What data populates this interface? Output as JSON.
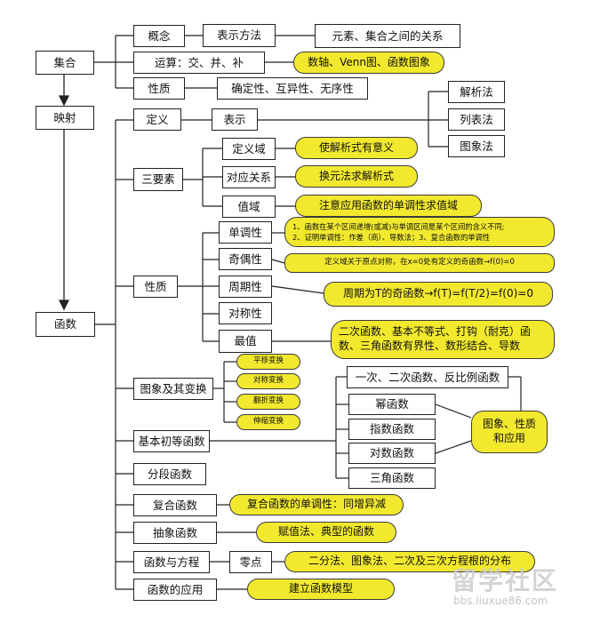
{
  "nodes": {
    "jihe": "集合",
    "gainian": "概念",
    "biaoshi_fangfa": "表示方法",
    "yuansu_guanxi": "元素、集合之间的关系",
    "yunsuan": "运算：交、并、补",
    "shuzhou": "数轴、Venn图、函数图象",
    "xingzhi_jihe": "性质",
    "queding": "确定性、互异性、无序性",
    "yingshe": "映射",
    "dingyi": "定义",
    "biaoshi": "表示",
    "jiexifa": "解析法",
    "liebiaofa": "列表法",
    "tuxiangfa": "图象法",
    "sanyaosu": "三要素",
    "dingyiyu": "定义域",
    "shijiexishi": "使解析式有意义",
    "duiying": "对应关系",
    "huanyuan": "换元法求解析式",
    "zhiyu": "值域",
    "zhuyi": "注意应用函数的单调性求值域",
    "hanshu": "函数",
    "xingzhi_hs": "性质",
    "dandiao": "单调性",
    "dandiao_note1": "1、函数在某个区间递增(或减)与单调区间是某个区间的含义不同;",
    "dandiao_note2": "2、证明单调性：作差（商）、导数法；3、复合函数的单调性",
    "jiou": "奇偶性",
    "jiou_note": "定义域关于原点对称，在x=0处有定义的奇函数→f(0)=0",
    "zhouqi": "周期性",
    "zhouqi_note": "周期为T的奇函数→f(T)=f(T/2)=f(0)=0",
    "duichen": "对称性",
    "zuizhi": "最值",
    "zuizhi_note": "二次函数、基本不等式、打钩（耐克）函数、三角函数有界性、数形结合、导数",
    "tuxiang_bianhuan": "图象及其变换",
    "pingyi": "平移变换",
    "duichen_bh": "对称变换",
    "fanzhe": "翻折变换",
    "shensuo": "伸缩变换",
    "jiben": "基本初等函数",
    "yici": "一次、二次函数、反比例函数",
    "mi": "幂函数",
    "zhishu": "指数函数",
    "duishu": "对数函数",
    "sanjiao": "三角函数",
    "tuxiang_xz": "图象、性质和应用",
    "fenduan": "分段函数",
    "fuhe": "复合函数",
    "fuhe_note": "复合函数的单调性：同增异减",
    "chouxiang": "抽象函数",
    "chouxiang_note": "赋值法、典型的函数",
    "fangcheng": "函数与方程",
    "lingdian": "零点",
    "lingdian_note": "二分法、图象法、二次及三次方程根的分布",
    "yingyong": "函数的应用",
    "moxing": "建立函数模型"
  },
  "watermark": {
    "text": "留学社区",
    "url": "bbs.liuxue86.com"
  }
}
